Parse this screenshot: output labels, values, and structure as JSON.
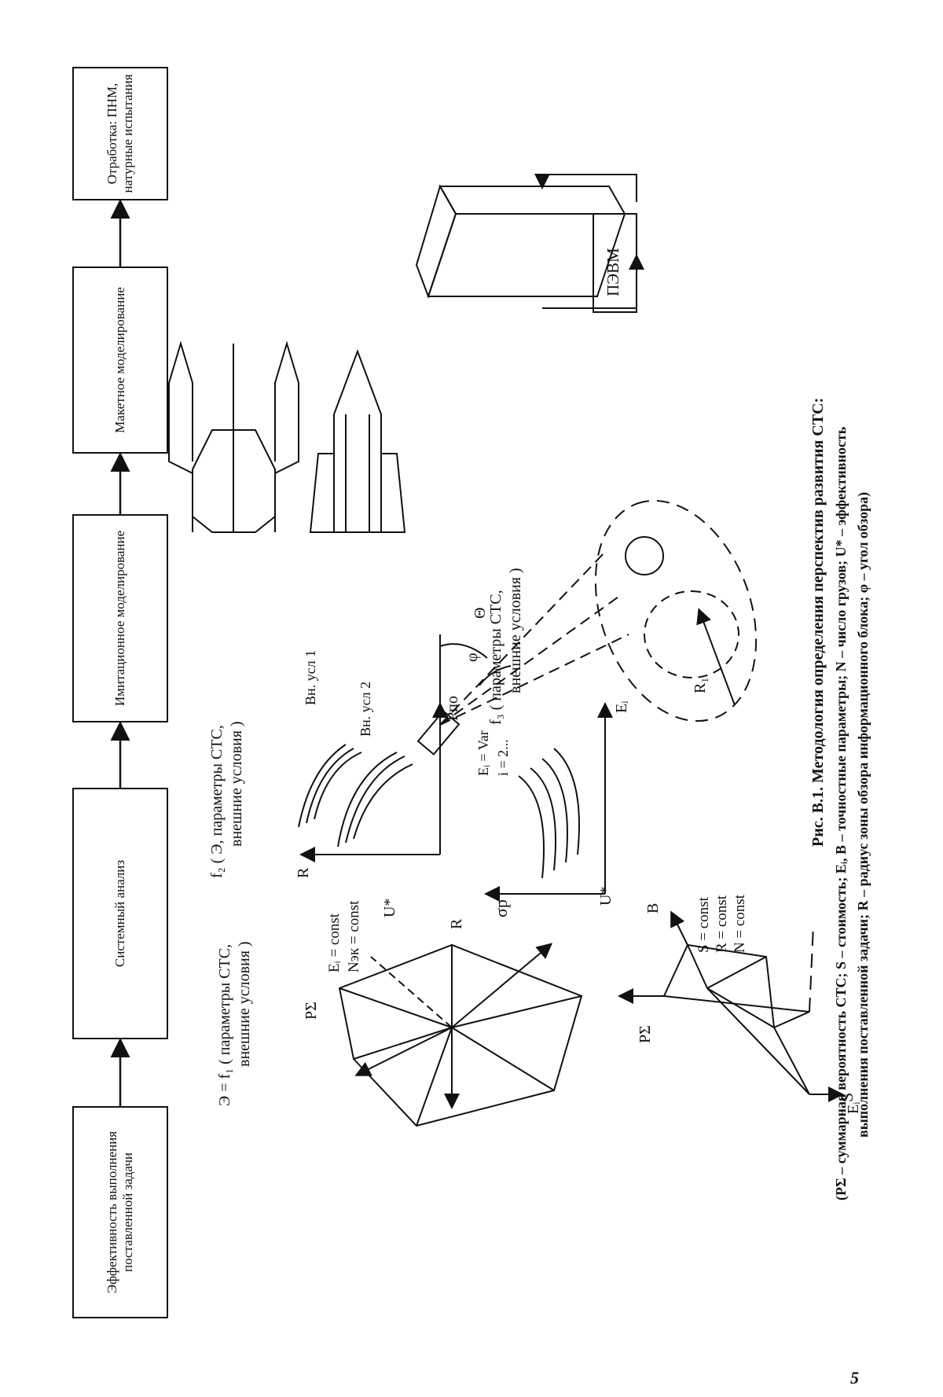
{
  "page_number": "5",
  "flow": {
    "boxes": [
      "Эффективность выполнения поставленной задачи",
      "Системный анализ",
      "Имитационное моделирование",
      "Макетное моделирование",
      "Отработка: ПНМ, натурные испытания"
    ]
  },
  "panel_f1": {
    "formula": "Э = f₁ ( параметры СТС,",
    "formula2": "внешние условия )",
    "const1": "Eᵢ = const",
    "const2": "Nэк = const",
    "axis_p": "PΣ",
    "axis_s": "S",
    "axis_r": "R",
    "axis_u": "U*"
  },
  "panel_f2": {
    "formula": "f₂ ( Э, параметры СТС,",
    "formula2": "внешние условия )",
    "axis_r": "R",
    "axis_p": "Pпо",
    "cond1": "Вн. усл 1",
    "cond2": "Вн. усл 2"
  },
  "panel_sigma": {
    "axis_sigma": "σp",
    "axis_e": "Eᵢ",
    "note1": "Eᵢ = Var",
    "note2": "i = 2..."
  },
  "panel_f3": {
    "formula": "f₃ ( параметры СТС,",
    "formula2": "внешние условия )",
    "r1": "R₁",
    "phi": "φ",
    "theta": "Θ"
  },
  "panel_tetra": {
    "c1": "S = const",
    "c2": "R = const",
    "c3": "N = const",
    "axis_p": "PΣ",
    "axis_e": "Eᵢ",
    "axis_b": "B",
    "axis_u": "U*"
  },
  "computer_label": "ПЭВМ",
  "caption": {
    "title": "Рис. В.1. Методология определения перспектив развития СТС:",
    "line1": "(PΣ – суммарная вероятность СТС; S – стоимость; Eᵢ, B – точностные параметры; N – число грузов; U* – эффективность",
    "line2": "выполнения поставленной задачи; R – радиус зоны обзора информационного блока; φ – угол обзора)"
  }
}
